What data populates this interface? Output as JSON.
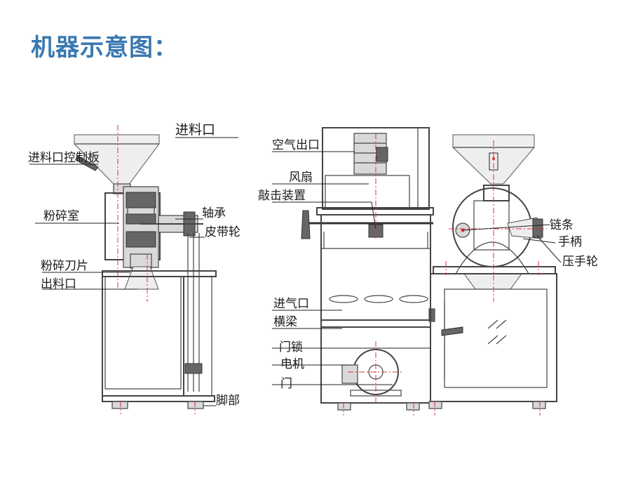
{
  "title": "机器示意图：",
  "colors": {
    "title": "#3a78b0",
    "centerline": "#e03040",
    "line": "#444444"
  },
  "labels": {
    "feed_inlet": "进料口",
    "feed_control_plate": "进料口控制板",
    "crushing_chamber": "粉碎室",
    "bearing": "轴承",
    "belt_pulley": "皮带轮",
    "crushing_blade": "粉碎刀片",
    "discharge_outlet": "出料口",
    "foot": "脚部",
    "air_outlet": "空气出口",
    "fan": "风扇",
    "knocking_device": "敲击装置",
    "air_inlet": "进气口",
    "crossbeam": "横梁",
    "door_lock": "门锁",
    "motor": "电机",
    "door": "门",
    "chain": "链条",
    "handle": "手柄",
    "pressure_handwheel": "压手轮"
  }
}
